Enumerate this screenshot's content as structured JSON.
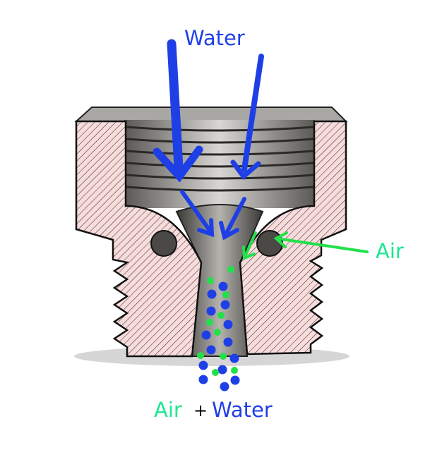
{
  "labels": {
    "water_top": "Water",
    "air_right": "Air",
    "bottom_air": "Air",
    "bottom_plus": "+",
    "bottom_water": "Water"
  },
  "colors": {
    "water": "#1f3fe6",
    "air_arrow": "#22e04a",
    "air_text": "#1de890",
    "section_fill": "#f8dcdc",
    "metal": "#8a8782"
  }
}
